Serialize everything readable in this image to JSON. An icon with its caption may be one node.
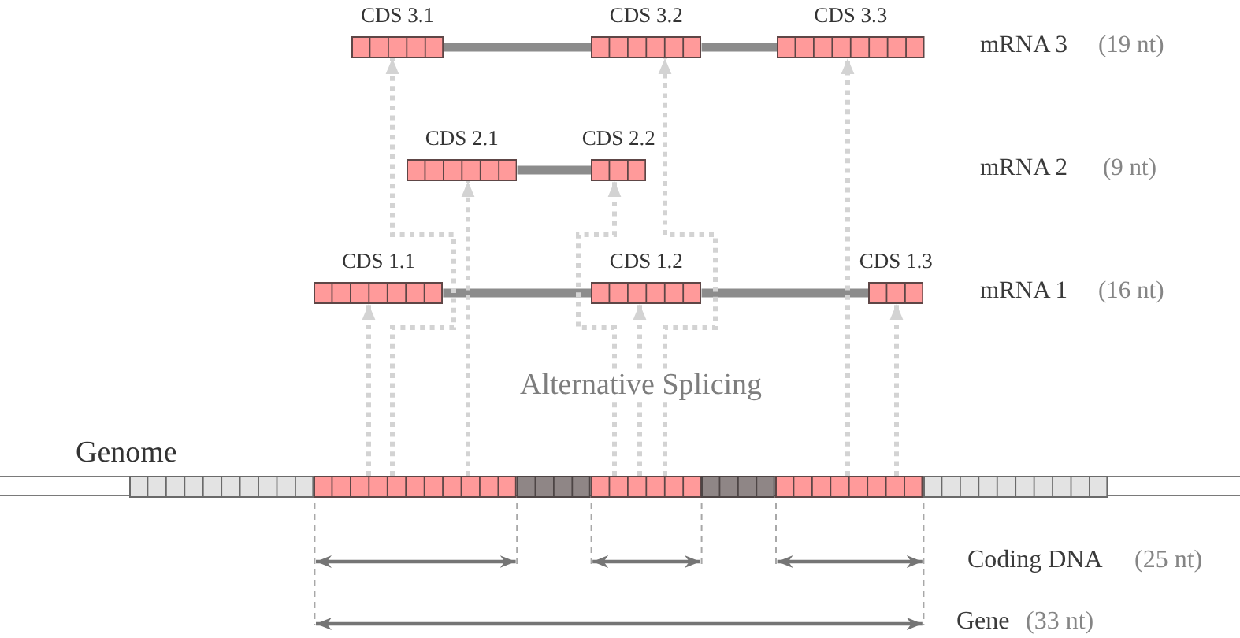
{
  "diagram": {
    "nodes": [
      {
        "text": [
          "CDS 3.1"
        ]
      },
      {
        "text": [
          "CDS 3.2"
        ]
      },
      {
        "text": [
          "CDS 3.3"
        ]
      },
      {
        "text": [
          "CDS 2.1"
        ]
      },
      {
        "text": [
          "CDS 2.2"
        ]
      },
      {
        "text": [
          "CDS 1.1"
        ]
      },
      {
        "text": [
          "CDS 1.2"
        ]
      },
      {
        "text": [
          "CDS 1.3"
        ]
      },
      {
        "text": [
          "Genome"
        ]
      },
      {
        "text": [],
        "shape": "bar",
        "in": 8
      },
      {
        "text": [],
        "shape": "bar",
        "in": 8
      },
      {
        "text": [],
        "shape": "bar",
        "in": 8
      },
      {
        "text": [],
        "shape": "bar",
        "in": 8
      },
      {
        "text": [],
        "shape": "bar",
        "in": 8
      },
      {
        "text": [],
        "shape": "bar",
        "in": 8
      },
      {
        "text": [],
        "shape": "bar",
        "in": 8
      }
    ],
    "edges": [
      {
        "from": 0,
        "to": 1,
        "arrow": "none",
        "style": "thick",
        "color": "#8c8c8c"
      },
      {
        "from": 1,
        "to": 2,
        "arrow": "none",
        "style": "thick",
        "color": "#8c8c8c"
      },
      {
        "from": 3,
        "to": 4,
        "arrow": "none",
        "style": "thick",
        "color": "#8c8c8c"
      },
      {
        "from": 5,
        "to": 6,
        "arrow": "none",
        "style": "thick",
        "color": "#8c8c8c"
      },
      {
        "from": 6,
        "to": 7,
        "arrow": "none",
        "style": "thick",
        "color": "#8c8c8c"
      },
      {
        "from": 10,
        "to": 5,
        "arrow": "to",
        "style": "dashed"
      },
      {
        "from": 10,
        "to": 0,
        "arrow": "to",
        "style": "dashed"
      },
      {
        "from": 10,
        "to": 3,
        "arrow": "to",
        "style": "dashed"
      },
      {
        "from": 12,
        "to": 4,
        "arrow": "to",
        "style": "dashed"
      },
      {
        "from": 12,
        "to": 6,
        "arrow": "to",
        "style": "dashed"
      },
      {
        "from": 12,
        "to": 1,
        "arrow": "to",
        "style": "dashed"
      },
      {
        "from": 14,
        "to": 2,
        "arrow": "to",
        "style": "dashed"
      },
      {
        "from": 14,
        "to": 7,
        "arrow": "to",
        "style": "dashed"
      }
    ],
    "labels": [
      "mRNA 3",
      "(19 nt)",
      "mRNA 2",
      "(9 nt)",
      "mRNA 1",
      "(16 nt)",
      "Alternative Splicing",
      "Coding DNA",
      "(25 nt)",
      "Gene",
      "(33 nt)"
    ]
  }
}
